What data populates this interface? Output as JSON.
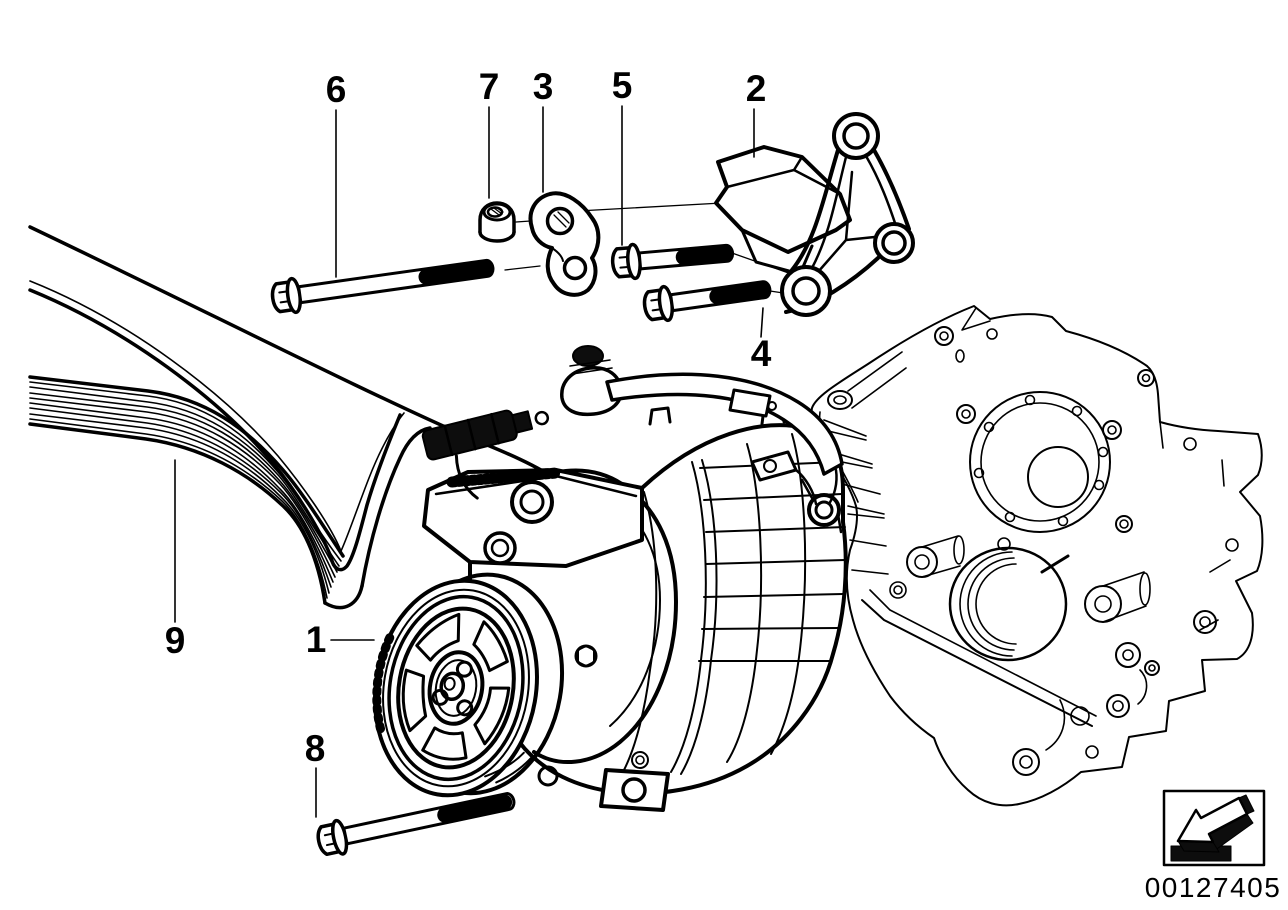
{
  "diagram": {
    "background_color": "#ffffff",
    "line_color": "#000000",
    "callouts": [
      {
        "label": "6"
      },
      {
        "label": "7"
      },
      {
        "label": "3"
      },
      {
        "label": "5"
      },
      {
        "label": "2"
      },
      {
        "label": "4"
      },
      {
        "label": "9"
      },
      {
        "label": "1"
      },
      {
        "label": "8"
      }
    ],
    "drawing_number": "00127405",
    "icon": "direction-arrow-icon"
  }
}
